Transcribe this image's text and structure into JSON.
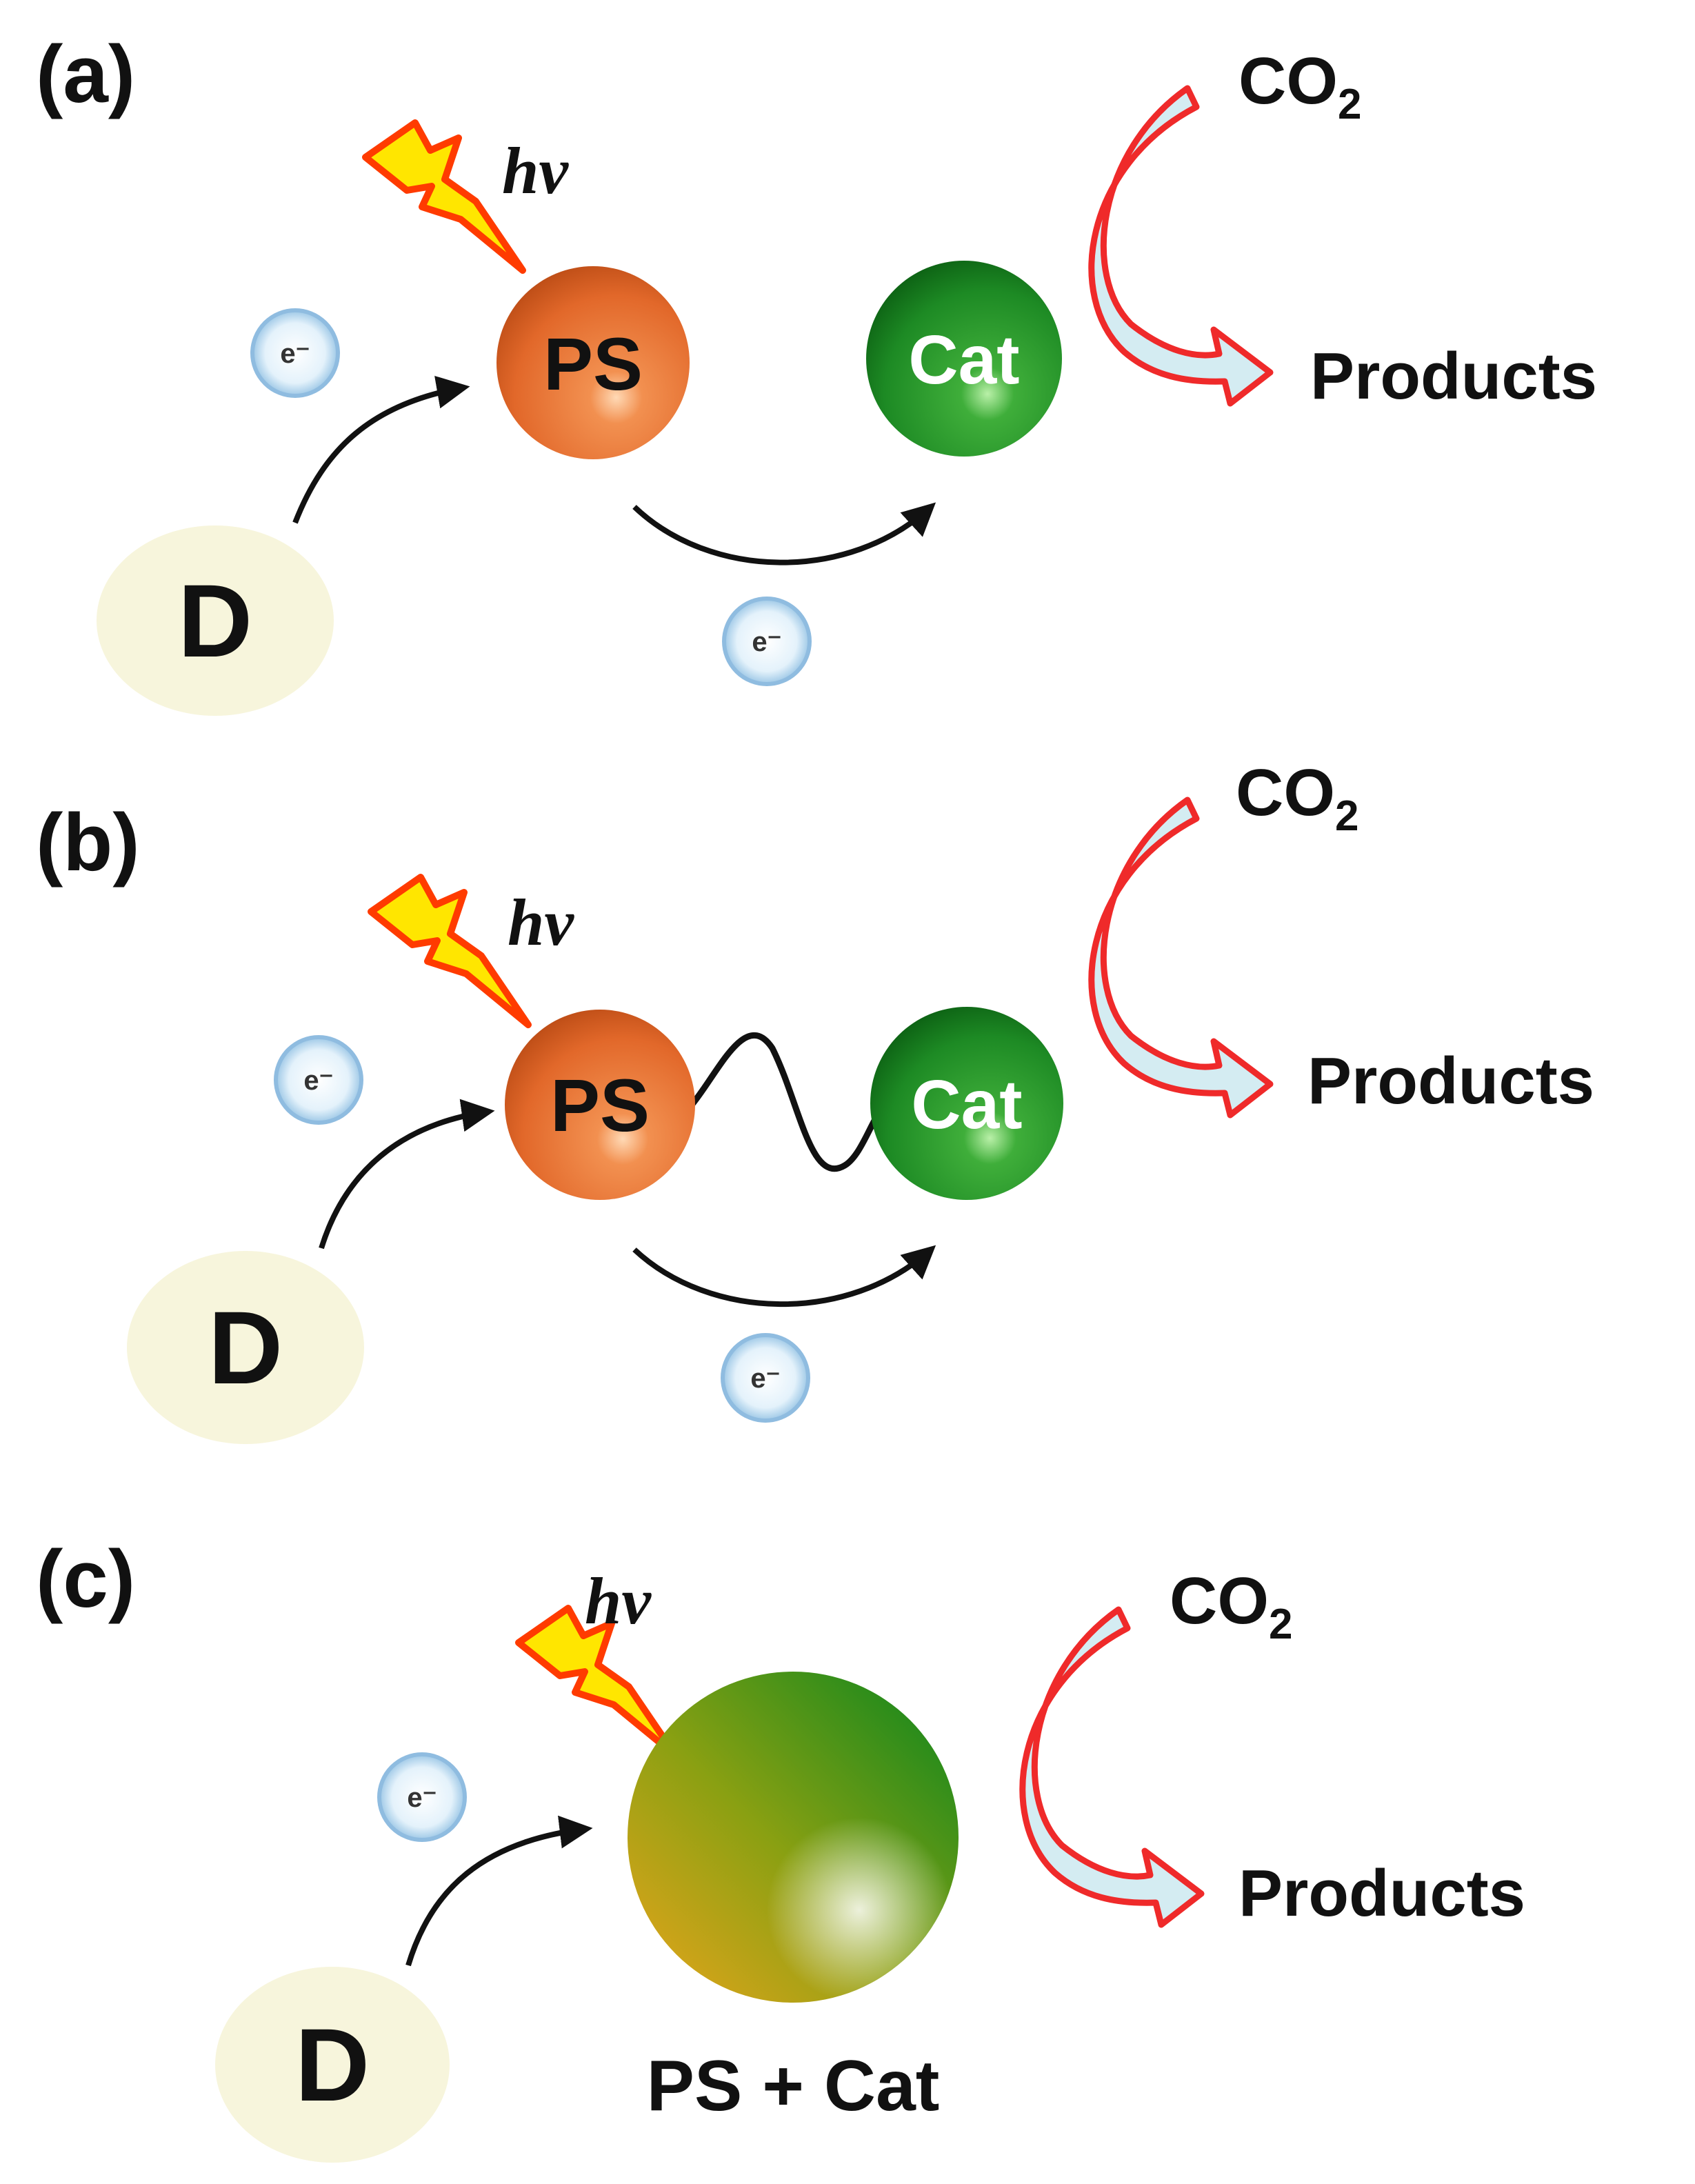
{
  "panels": [
    {
      "label": "(a)",
      "hv": "hν",
      "electron": "e⁻",
      "donor": "D",
      "ps": "PS",
      "cat": "Cat",
      "co2": "CO",
      "co2_sub": "2",
      "products": "Products",
      "linked": false
    },
    {
      "label": "(b)",
      "hv": "hν",
      "electron": "e⁻",
      "donor": "D",
      "ps": "PS",
      "cat": "Cat",
      "co2": "CO",
      "co2_sub": "2",
      "products": "Products",
      "linked": true
    },
    {
      "label": "(c)",
      "hv": "hν",
      "electron": "e⁻",
      "donor": "D",
      "combined": "PS + Cat",
      "co2": "CO",
      "co2_sub": "2",
      "products": "Products"
    }
  ],
  "colors": {
    "ps": "#e2682a",
    "cat": "#1d8a24",
    "donor": "#f7f5dc",
    "electron": "#cfe6f5",
    "bolt_fill": "#ffe600",
    "bolt_stroke": "#ff3b00",
    "curve_fill": "#d4ecf2",
    "curve_stroke": "#ef2a2a",
    "arrow": "#111111"
  },
  "icons": {
    "light": "lightning-bolt-icon",
    "reaction": "curved-arrow-icon",
    "electron": "electron-bubble-icon"
  }
}
